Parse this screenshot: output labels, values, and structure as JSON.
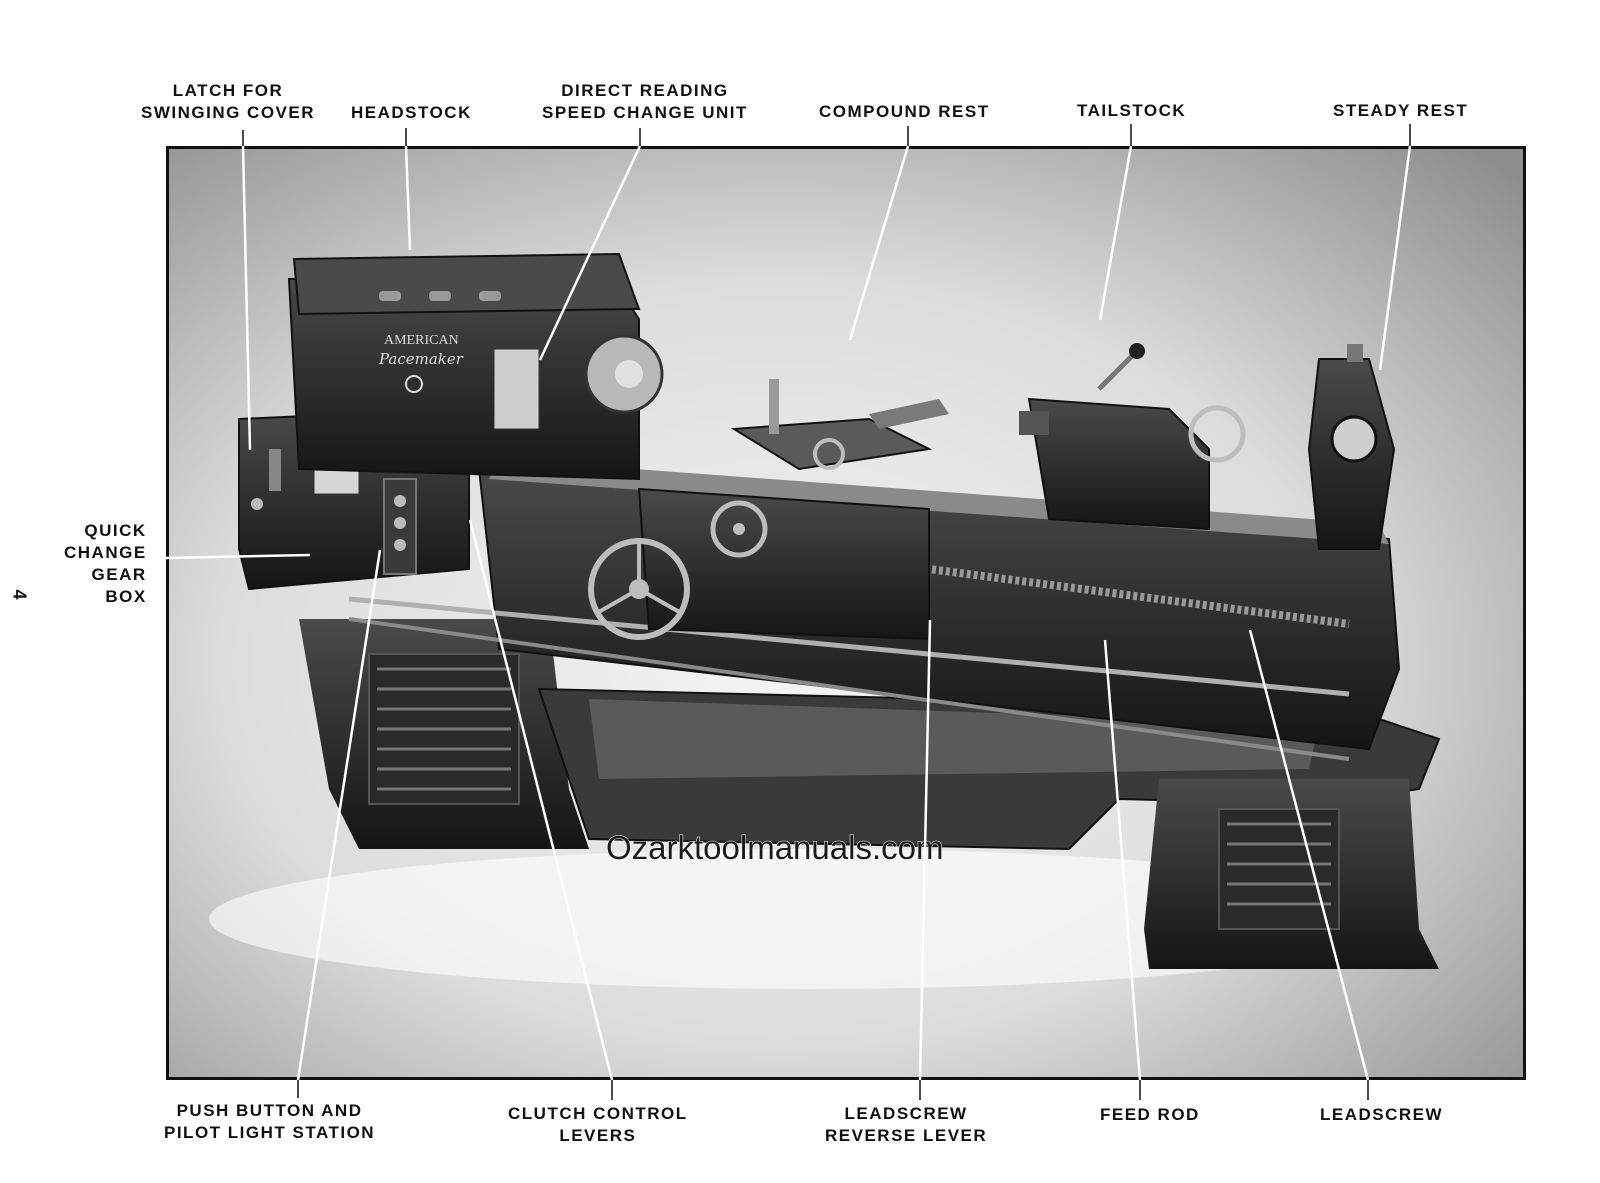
{
  "page_number": "4",
  "watermark": "Ozarktoolmanuals.com",
  "machine_nameplate": {
    "line1": "AMERICAN",
    "line2": "Pacemaker"
  },
  "labels": {
    "latch_for_swinging_cover": [
      "LATCH  FOR",
      "SWINGING COVER"
    ],
    "headstock": [
      "HEADSTOCK"
    ],
    "direct_reading_speed_change_unit": [
      "DIRECT READING",
      "SPEED CHANGE UNIT"
    ],
    "compound_rest": [
      "COMPOUND REST"
    ],
    "tailstock": [
      "TAILSTOCK"
    ],
    "steady_rest": [
      "STEADY REST"
    ],
    "quick_change_gear_box": [
      "QUICK",
      "CHANGE",
      "GEAR",
      "BOX"
    ],
    "push_button_and_pilot_light_station": [
      "PUSH BUTTON AND",
      "PILOT LIGHT STATION"
    ],
    "clutch_control_levers": [
      "CLUTCH CONTROL",
      "LEVERS"
    ],
    "leadscrew_reverse_lever": [
      "LEADSCREW",
      "REVERSE LEVER"
    ],
    "feed_rod": [
      "FEED ROD"
    ],
    "leadscrew": [
      "LEADSCREW"
    ]
  },
  "colors": {
    "ink": "#111111",
    "machine_dark": "#1c1c1c",
    "machine_mid": "#3a3a3a",
    "background_grey": "#8a8a8a"
  }
}
